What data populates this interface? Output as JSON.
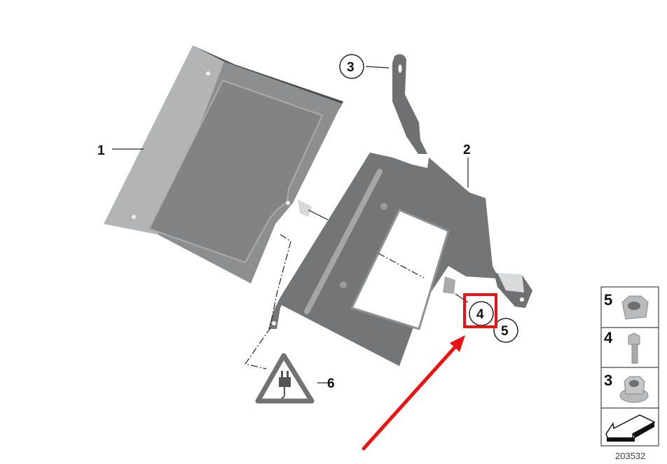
{
  "diagram": {
    "type": "exploded-parts-diagram",
    "catalog_number": "203532",
    "callouts": [
      {
        "id": "1",
        "label": "1"
      },
      {
        "id": "2",
        "label": "2"
      },
      {
        "id": "3",
        "label": "3"
      },
      {
        "id": "4",
        "label": "4"
      },
      {
        "id": "5",
        "label": "5"
      },
      {
        "id": "6",
        "label": "6"
      }
    ],
    "parts": [
      {
        "number": "1",
        "depiction": "control unit housing"
      },
      {
        "number": "2",
        "depiction": "mounting bracket"
      },
      {
        "number": "3",
        "depiction": "bracket upper tab"
      },
      {
        "number": "4",
        "depiction": "hex bolt"
      },
      {
        "number": "5",
        "depiction": "hex nut"
      },
      {
        "number": "6",
        "depiction": "electrical connector warning symbol"
      }
    ],
    "legend": [
      {
        "number": "5",
        "icon": "hex-nut-icon"
      },
      {
        "number": "4",
        "icon": "hex-bolt-icon"
      },
      {
        "number": "3",
        "icon": "flange-nut-icon"
      },
      {
        "number": "",
        "icon": "direction-arrow-icon"
      }
    ],
    "highlight": {
      "target": "4",
      "box_color": "#ee1111",
      "arrow_color": "#ee1111"
    },
    "colors": {
      "part_dark": "#6e7072",
      "part_mid": "#8a8c8e",
      "part_light": "#b5b7b9",
      "outline": "#222222"
    }
  }
}
